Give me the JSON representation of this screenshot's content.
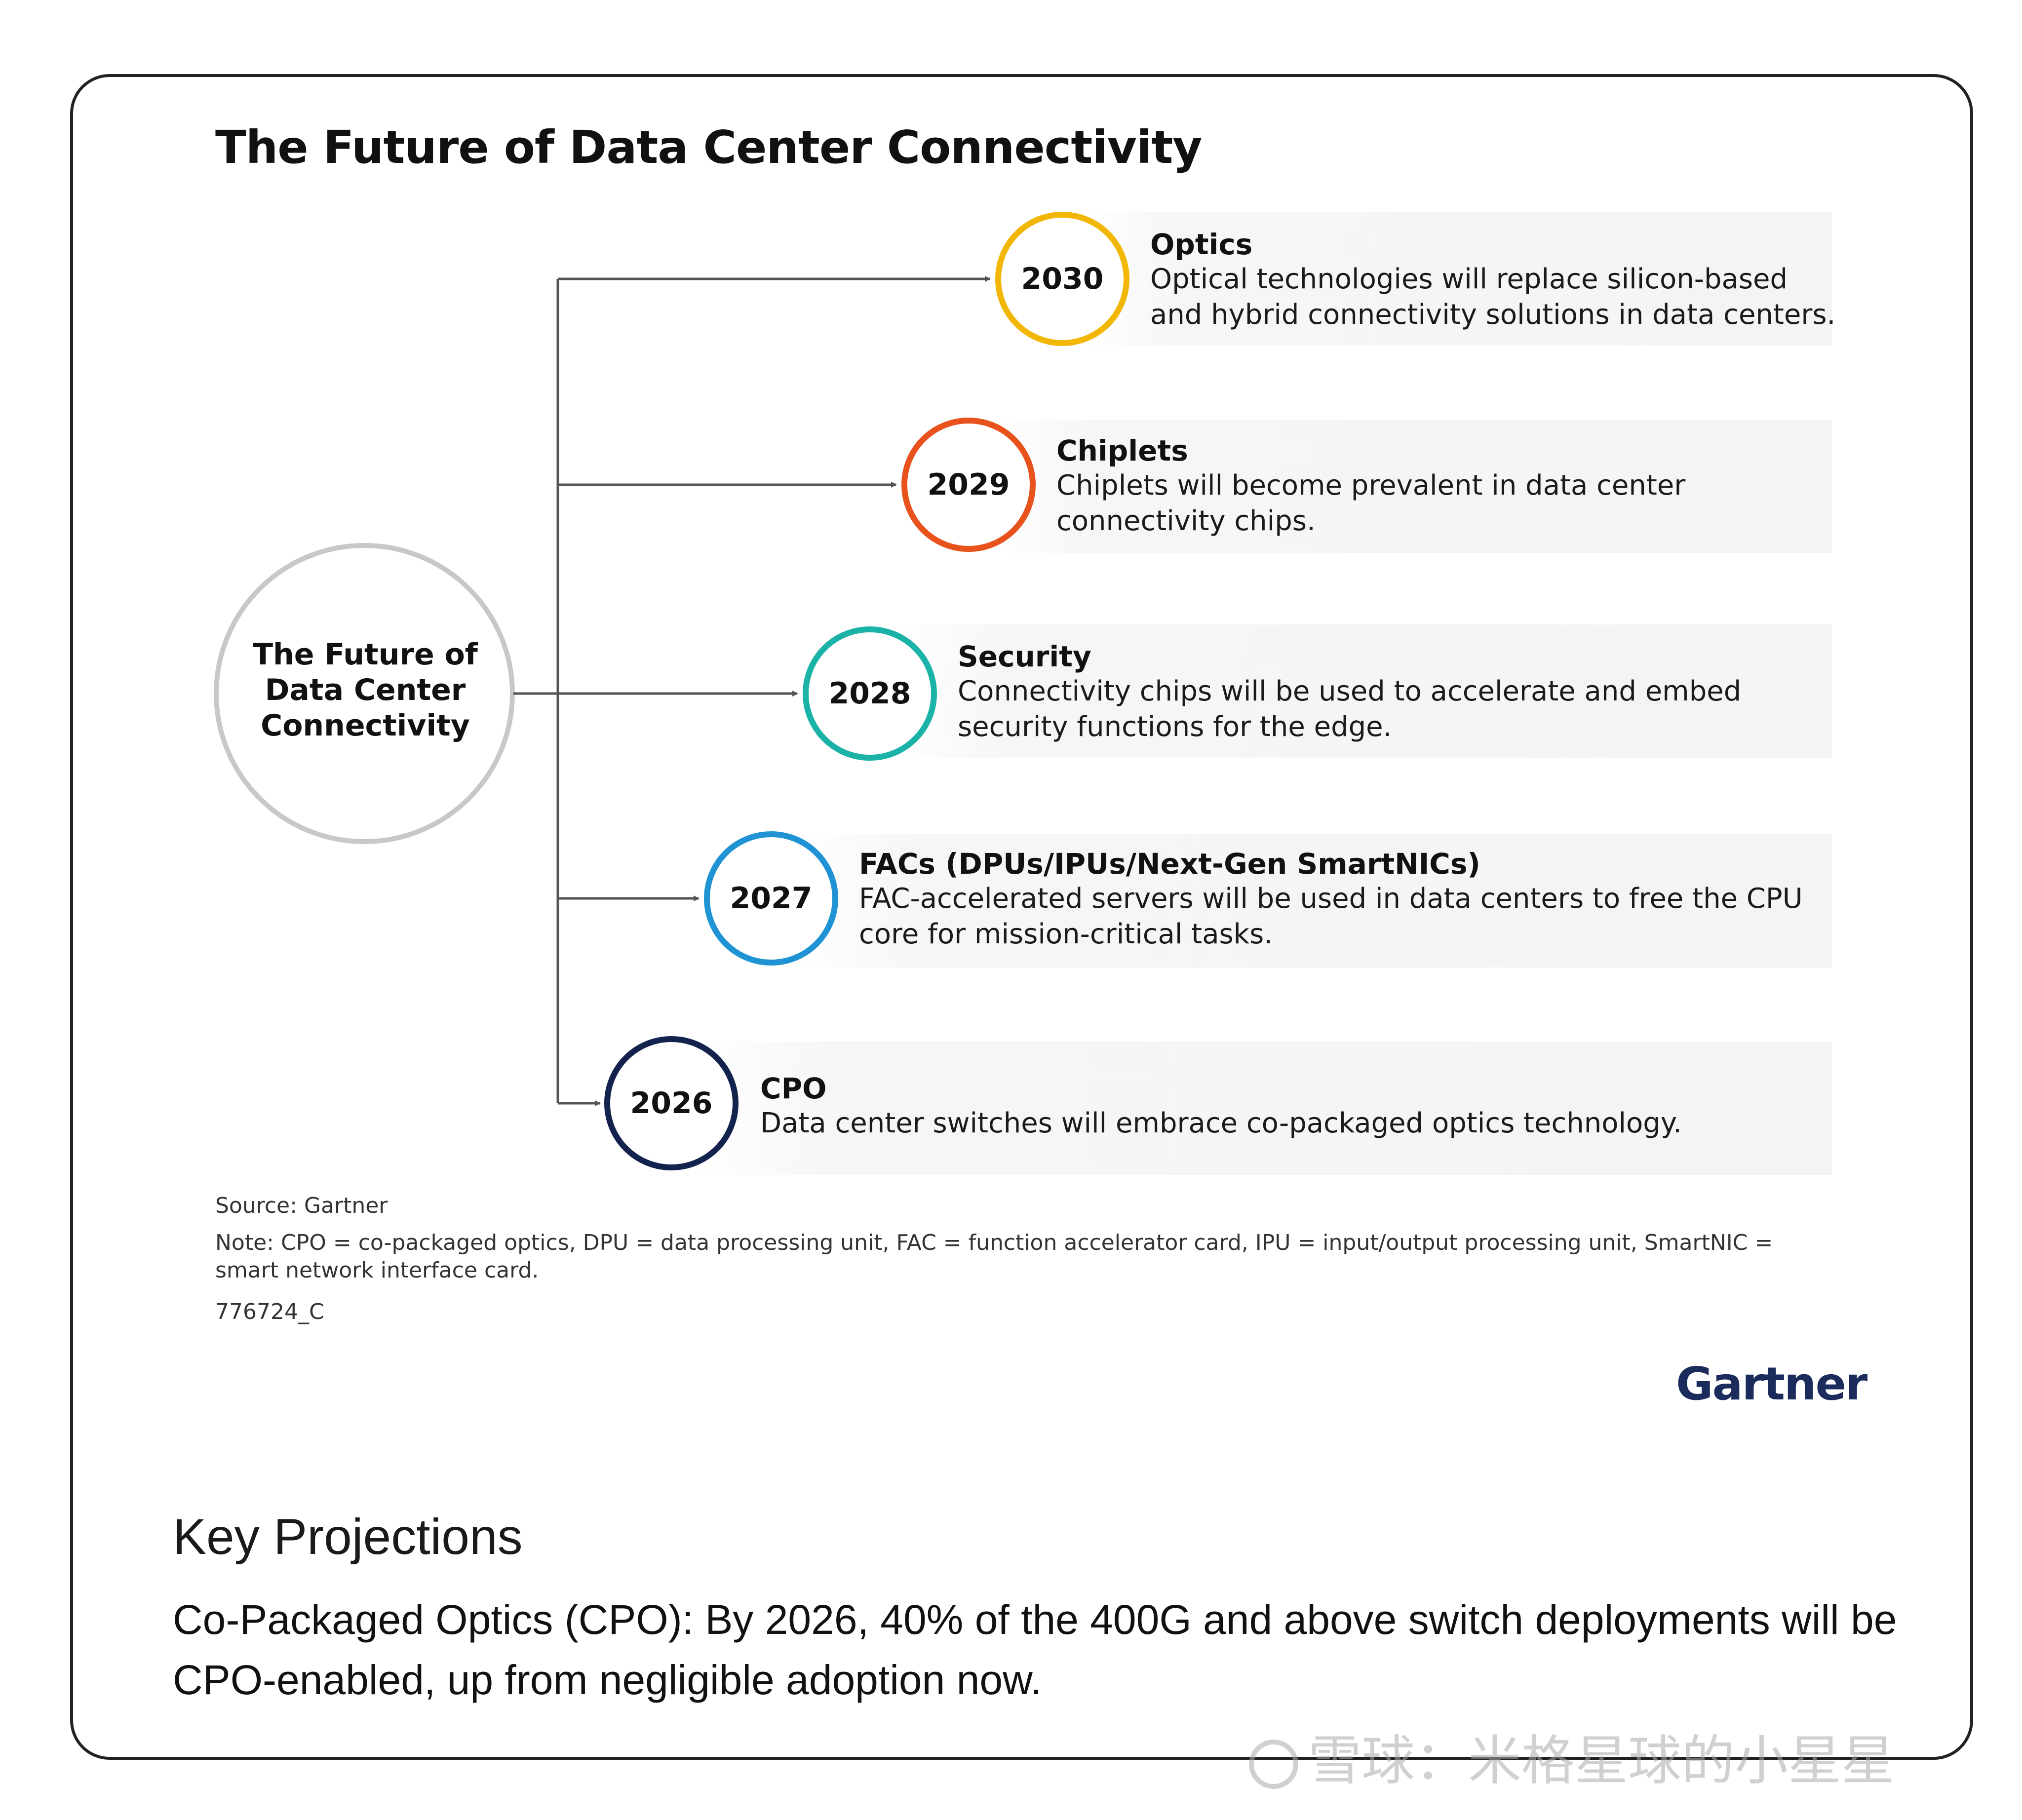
{
  "title": "The Future of Data Center Connectivity",
  "center": {
    "line1": "The Future of",
    "line2": "Data Center",
    "line3": "Connectivity"
  },
  "items": [
    {
      "year": "2030",
      "heading": "Optics",
      "description": "Optical technologies will replace silicon-based\nand hybrid connectivity solutions in data centers.",
      "color": "#f2b705"
    },
    {
      "year": "2029",
      "heading": "Chiplets",
      "description": "Chiplets will become prevalent in data center\nconnectivity chips.",
      "color": "#e8521c"
    },
    {
      "year": "2028",
      "heading": "Security",
      "description": "Connectivity chips will be used to accelerate and embed\nsecurity functions for the edge.",
      "color": "#1bb3a8"
    },
    {
      "year": "2027",
      "heading": "FACs (DPUs/IPUs/Next-Gen SmartNICs)",
      "description": "FAC-accelerated servers will be used in data centers to free the CPU\ncore for mission-critical tasks.",
      "color": "#1f93d3"
    },
    {
      "year": "2026",
      "heading": "CPO",
      "description": "Data center switches will embrace co-packaged optics technology.",
      "color": "#13234d"
    }
  ],
  "source": "Source: Gartner",
  "note": "Note: CPO = co-packaged optics, DPU = data processing unit, FAC = function accelerator card, IPU = input/output processing unit, SmartNIC = smart network interface card.",
  "doc_id": "776724_C",
  "brand": "Gartner",
  "section": {
    "heading": "Key Projections",
    "body": "Co-Packaged Optics (CPO): By 2026, 40% of the 400G and above switch deployments will be CPO-enabled, up from negligible adoption now."
  },
  "watermark": "雪球：米格星球的小星星"
}
